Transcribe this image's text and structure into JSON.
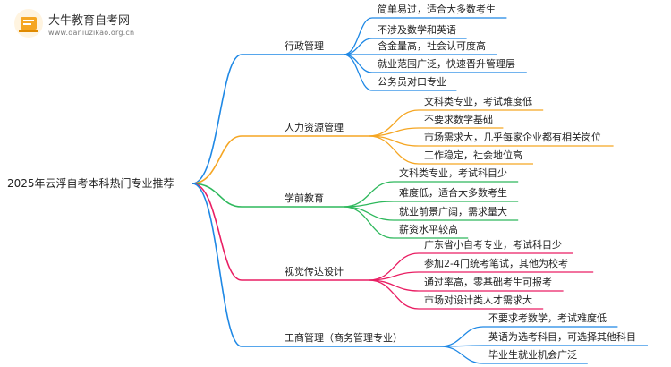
{
  "logo": {
    "title": "大牛教育自考网",
    "subtitle": "www.daniuzikao.org.cn"
  },
  "root": {
    "label": "2025年云浮自考本科热门专业推荐"
  },
  "branches": [
    {
      "label": "行政管理",
      "color": "#1e88e5",
      "children": [
        "简单易过，适合大多数考生",
        "不涉及数学和英语",
        "含金量高，社会认可度高",
        "就业范围广泛，快速晋升管理层",
        "公务员对口专业"
      ]
    },
    {
      "label": "人力资源管理",
      "color": "#f5a623",
      "children": [
        "文科类专业，考试难度低",
        "不要求数学基础",
        "市场需求大，几乎每家企业都有相关岗位",
        "工作稳定，社会地位高"
      ]
    },
    {
      "label": "学前教育",
      "color": "#2eb85c",
      "children": [
        "文科类专业，考试科目少",
        "难度低，适合大多数考生",
        "就业前景广阔，需求量大",
        "薪资水平较高"
      ]
    },
    {
      "label": "视觉传达设计",
      "color": "#e91e63",
      "children": [
        "广东省小自考专业，考试科目少",
        "参加2-4门统考笔试，其他为校考",
        "通过率高，零基础考生可报考",
        "市场对设计类人才需求大"
      ]
    },
    {
      "label": "工商管理（商务管理专业）",
      "color": "#1e88e5",
      "children": [
        "不要求考数学，考试难度低",
        "英语为选考科目，可选择其他科目",
        "毕业生就业机会广泛"
      ]
    }
  ]
}
